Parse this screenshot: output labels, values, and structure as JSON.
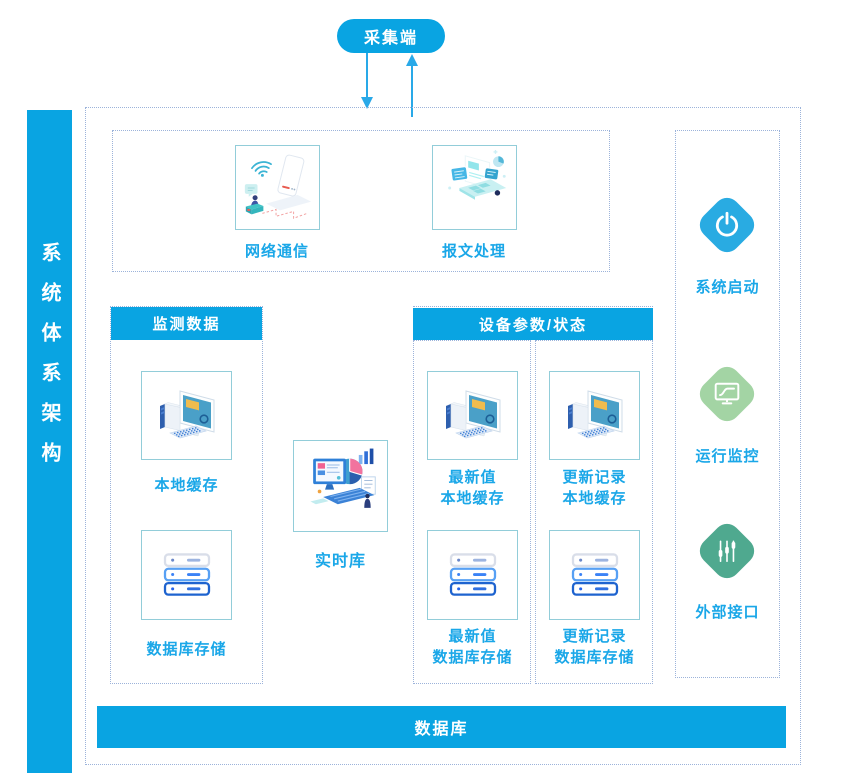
{
  "sidebar": {
    "title": "系统体系架构"
  },
  "collector": {
    "label": "采集端"
  },
  "comm": {
    "network_label": "网络通信",
    "message_label": "报文处理"
  },
  "monitoring": {
    "header": "监测数据",
    "cache_label": "本地缓存",
    "db_label": "数据库存储"
  },
  "realtime": {
    "label": "实时库"
  },
  "device": {
    "header": "设备参数/状态",
    "latest_cache": {
      "line1": "最新值",
      "line2": "本地缓存"
    },
    "update_cache": {
      "line1": "更新记录",
      "line2": "本地缓存"
    },
    "latest_db": {
      "line1": "最新值",
      "line2": "数据库存储"
    },
    "update_db": {
      "line1": "更新记录",
      "line2": "数据库存储"
    }
  },
  "services": {
    "start_label": "系统启动",
    "monitor_label": "运行监控",
    "interface_label": "外部接口"
  },
  "database": {
    "label": "数据库"
  },
  "icons": {
    "power": "power-icon",
    "monitor_chart": "monitor-chart-icon",
    "sliders": "sliders-icon",
    "computer": "computer-icon",
    "server": "server-stack-icon",
    "network": "network-communication-illustration",
    "message": "message-processing-illustration",
    "realtime": "realtime-database-illustration",
    "arrows": "up-down-flow-arrows"
  },
  "colors": {
    "primary_blue": "#09a4e2",
    "label_blue": "#1aa7e8",
    "dotted_border": "#9cb3da",
    "card_border": "#92cdd9",
    "diamond_blue": "#29abe2",
    "diamond_green": "#a3d4a4",
    "diamond_teal": "#4fa98f",
    "arrow_blue": "#29a9e8"
  }
}
